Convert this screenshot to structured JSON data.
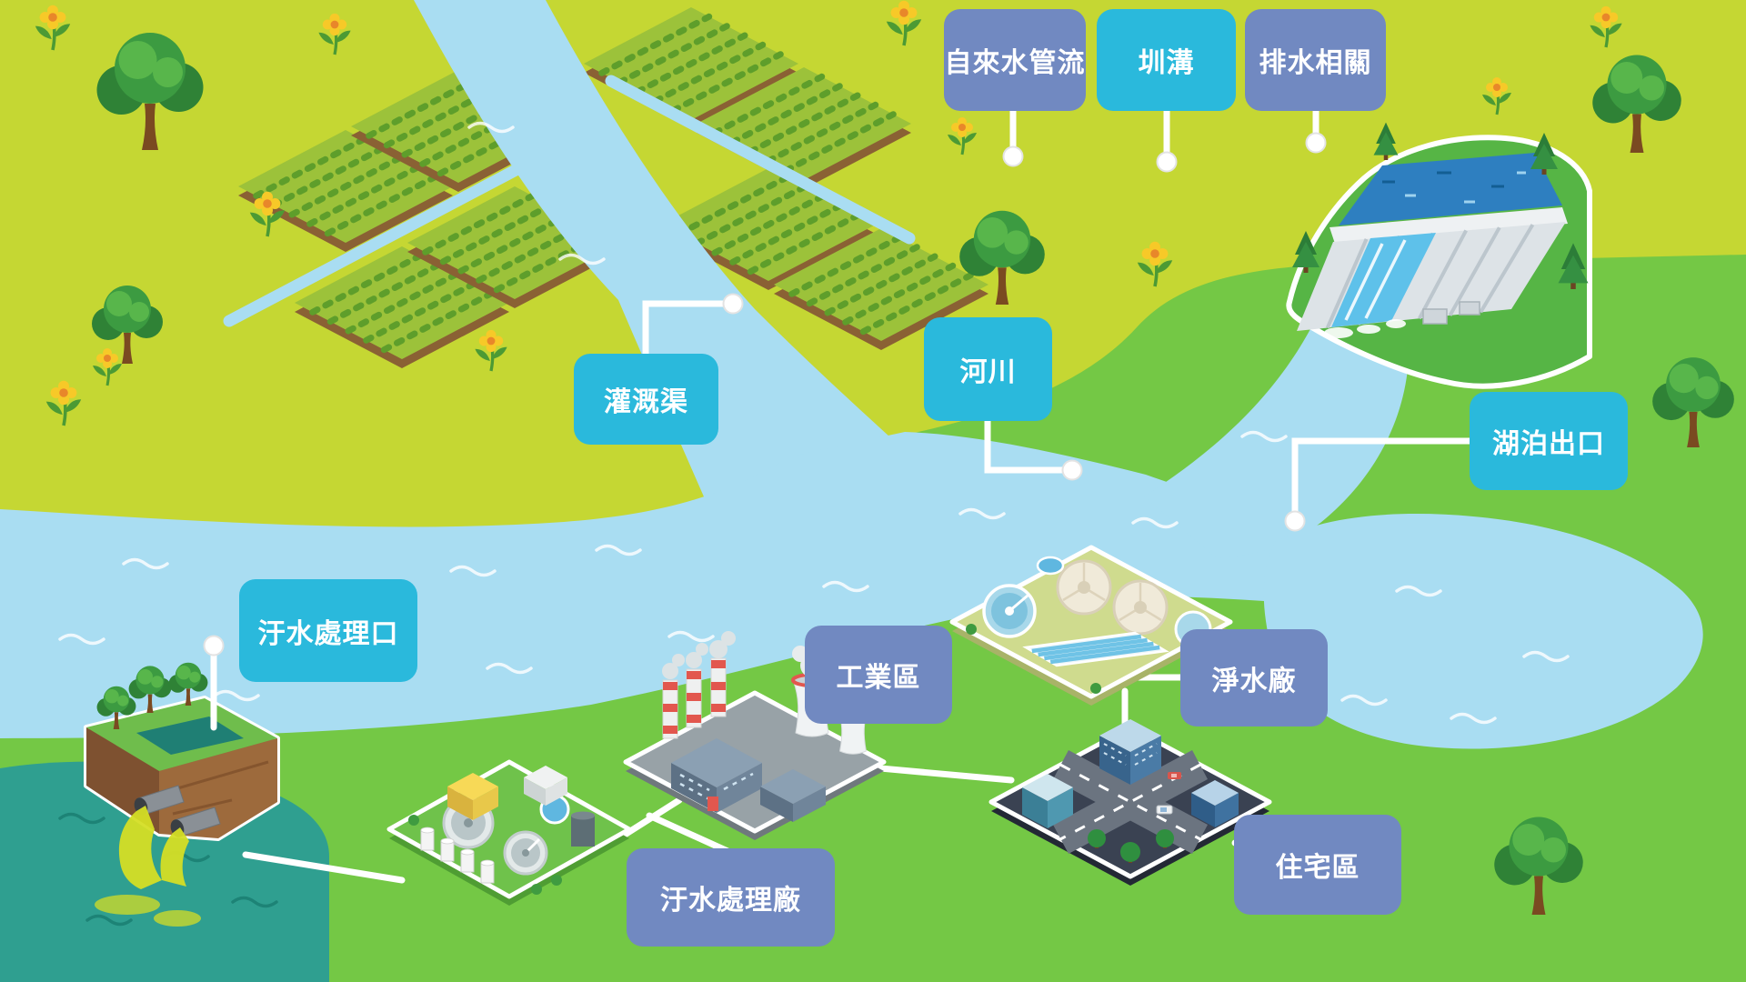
{
  "colors": {
    "label_cyan": "#2ab9dc",
    "label_slate": "#7189c1",
    "field_upper": "#c5d733",
    "grass_lower": "#74c845",
    "water": "#a9ddf2",
    "teal_pool": "#2f9f90",
    "connector": "#ffffff"
  },
  "labels": [
    {
      "id": "tap-water-flow",
      "text": "自來水管流",
      "variant": "label_slate"
    },
    {
      "id": "ditch",
      "text": "圳溝",
      "variant": "label_cyan"
    },
    {
      "id": "drainage-related",
      "text": "排水相關",
      "variant": "label_slate"
    },
    {
      "id": "irrigation-channel",
      "text": "灌溉渠",
      "variant": "label_cyan"
    },
    {
      "id": "river",
      "text": "河川",
      "variant": "label_cyan"
    },
    {
      "id": "lake-outlet",
      "text": "湖泊出口",
      "variant": "label_cyan"
    },
    {
      "id": "sewage-outlet",
      "text": "汙水處理口",
      "variant": "label_cyan"
    },
    {
      "id": "industrial-area",
      "text": "工業區",
      "variant": "label_slate"
    },
    {
      "id": "water-purification-plant",
      "text": "淨水廠",
      "variant": "label_slate"
    },
    {
      "id": "sewage-treatment-plant",
      "text": "汙水處理廠",
      "variant": "label_slate"
    },
    {
      "id": "residential-area",
      "text": "住宅區",
      "variant": "label_slate"
    }
  ]
}
